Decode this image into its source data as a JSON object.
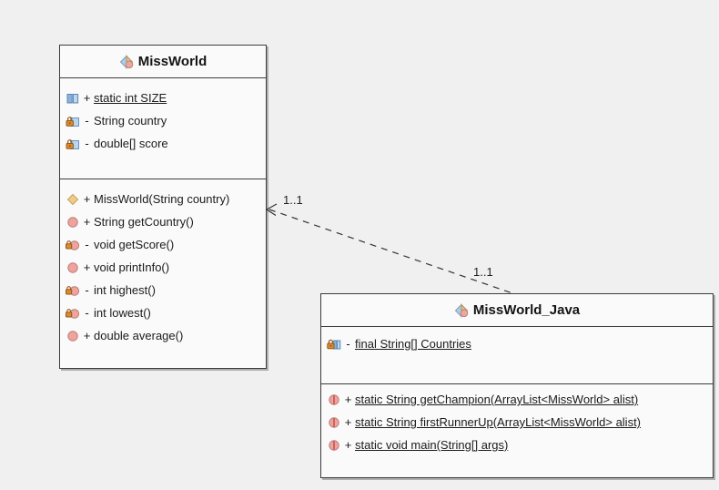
{
  "diagram": {
    "classes": [
      {
        "name": "MissWorld",
        "attributes": [
          {
            "visibility": "+",
            "text": "static int SIZE",
            "static": true,
            "icon": "public-static-field-icon"
          },
          {
            "visibility": "-",
            "text": "String country",
            "static": false,
            "icon": "private-field-icon"
          },
          {
            "visibility": "-",
            "text": "double[] score",
            "static": false,
            "icon": "private-field-icon"
          }
        ],
        "methods": [
          {
            "visibility": "+",
            "text": "MissWorld(String country)",
            "static": false,
            "icon": "constructor-icon"
          },
          {
            "visibility": "+",
            "text": "String getCountry()",
            "static": false,
            "icon": "public-method-icon"
          },
          {
            "visibility": "-",
            "text": "void getScore()",
            "static": false,
            "icon": "private-method-icon"
          },
          {
            "visibility": "+",
            "text": "void printInfo()",
            "static": false,
            "icon": "public-method-icon"
          },
          {
            "visibility": "-",
            "text": "int highest()",
            "static": false,
            "icon": "private-method-icon"
          },
          {
            "visibility": "-",
            "text": "int lowest()",
            "static": false,
            "icon": "private-method-icon"
          },
          {
            "visibility": "+",
            "text": "double average()",
            "static": false,
            "icon": "public-method-icon"
          }
        ]
      },
      {
        "name": "MissWorld_Java",
        "attributes": [
          {
            "visibility": "-",
            "text": "final String[] Countries",
            "static": true,
            "icon": "private-static-field-icon"
          }
        ],
        "methods": [
          {
            "visibility": "+",
            "text": "static String getChampion(ArrayList<MissWorld> alist)",
            "static": true,
            "icon": "public-static-method-icon"
          },
          {
            "visibility": "+",
            "text": "static String firstRunnerUp(ArrayList<MissWorld> alist)",
            "static": true,
            "icon": "public-static-method-icon"
          },
          {
            "visibility": "+",
            "text": "static void main(String[] args)",
            "static": true,
            "icon": "public-static-method-icon"
          }
        ]
      }
    ],
    "association": {
      "style": "dashed",
      "source_multiplicity": "1..1",
      "target_multiplicity": "1..1"
    }
  },
  "colors": {
    "canvas_background": "#f0f0f0",
    "box_fill": "#fafafa",
    "box_border": "#3c3c3c",
    "connector": "#333333"
  }
}
